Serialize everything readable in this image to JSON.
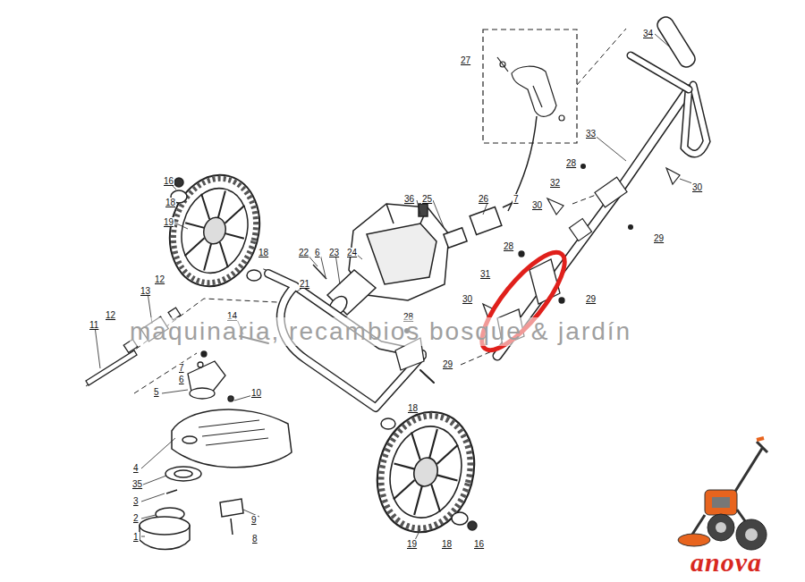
{
  "diagram": {
    "labels": [
      "34",
      "27",
      "33",
      "28",
      "32",
      "30",
      "36",
      "25",
      "26",
      "7",
      "16",
      "18",
      "19",
      "30",
      "29",
      "28",
      "22",
      "6",
      "23",
      "24",
      "18",
      "31",
      "12",
      "21",
      "29",
      "30",
      "13",
      "12",
      "11",
      "14",
      "28",
      "maquinaria, recambios bosque & jardín",
      "29",
      "7",
      "6",
      "5",
      "10",
      "18",
      "4",
      "35",
      "3",
      "2",
      "9",
      "1",
      "8",
      "19",
      "18",
      "16",
      "anova"
    ]
  }
}
